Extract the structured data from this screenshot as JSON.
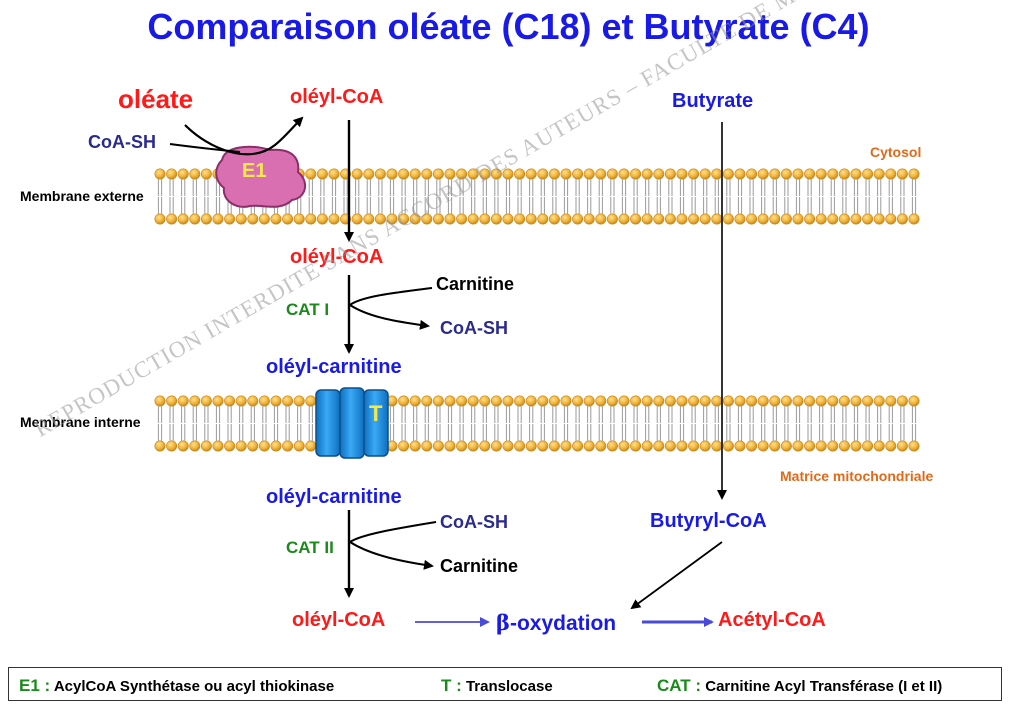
{
  "title": "Comparaison oléate (C18) et Butyrate (C4)",
  "labels": {
    "oleate": "oléate",
    "coash_top": "CoA-SH",
    "e1": "E1",
    "oleyl_coa_1": "oléyl-CoA",
    "butyrate": "Butyrate",
    "cytosol": "Cytosol",
    "membrane_externe": "Membrane externe",
    "oleyl_coa_2": "oléyl-CoA",
    "carnitine_1": "Carnitine",
    "cat1": "CAT I",
    "coash_1": "CoA-SH",
    "oleyl_carnitine_1": "oléyl-carnitine",
    "membrane_interne": "Membrane interne",
    "t": "T",
    "matrice": "Matrice mitochondriale",
    "oleyl_carnitine_2": "oléyl-carnitine",
    "coash_2": "CoA-SH",
    "cat2": "CAT II",
    "carnitine_2": "Carnitine",
    "butyryl_coa": "Butyryl-CoA",
    "oleyl_coa_3": "oléyl-CoA",
    "beta": "β",
    "beta_ox": "-oxydation",
    "acetyl_coa": "Acétyl-CoA"
  },
  "legend": {
    "e1_key": "E1 :",
    "e1_desc": "AcylCoA Synthétase ou acyl thiokinase",
    "t_key": "T :",
    "t_desc": "Translocase",
    "cat_key": "CAT :",
    "cat_desc": "Carnitine Acyl Transférase (I et II)"
  },
  "watermark": "REPRODUCTION INTERDITE SANS ACCORD DES AUTEURS – FACULTE DE MEDECIN - UNS",
  "colors": {
    "membrane_head": "#f0b43c",
    "membrane_head_dark": "#c8871a",
    "e1_enzyme": "#d96fb0",
    "translocase": "#1f8fe0",
    "arrow_black": "#000000",
    "arrow_blue": "#4a4ad8"
  }
}
